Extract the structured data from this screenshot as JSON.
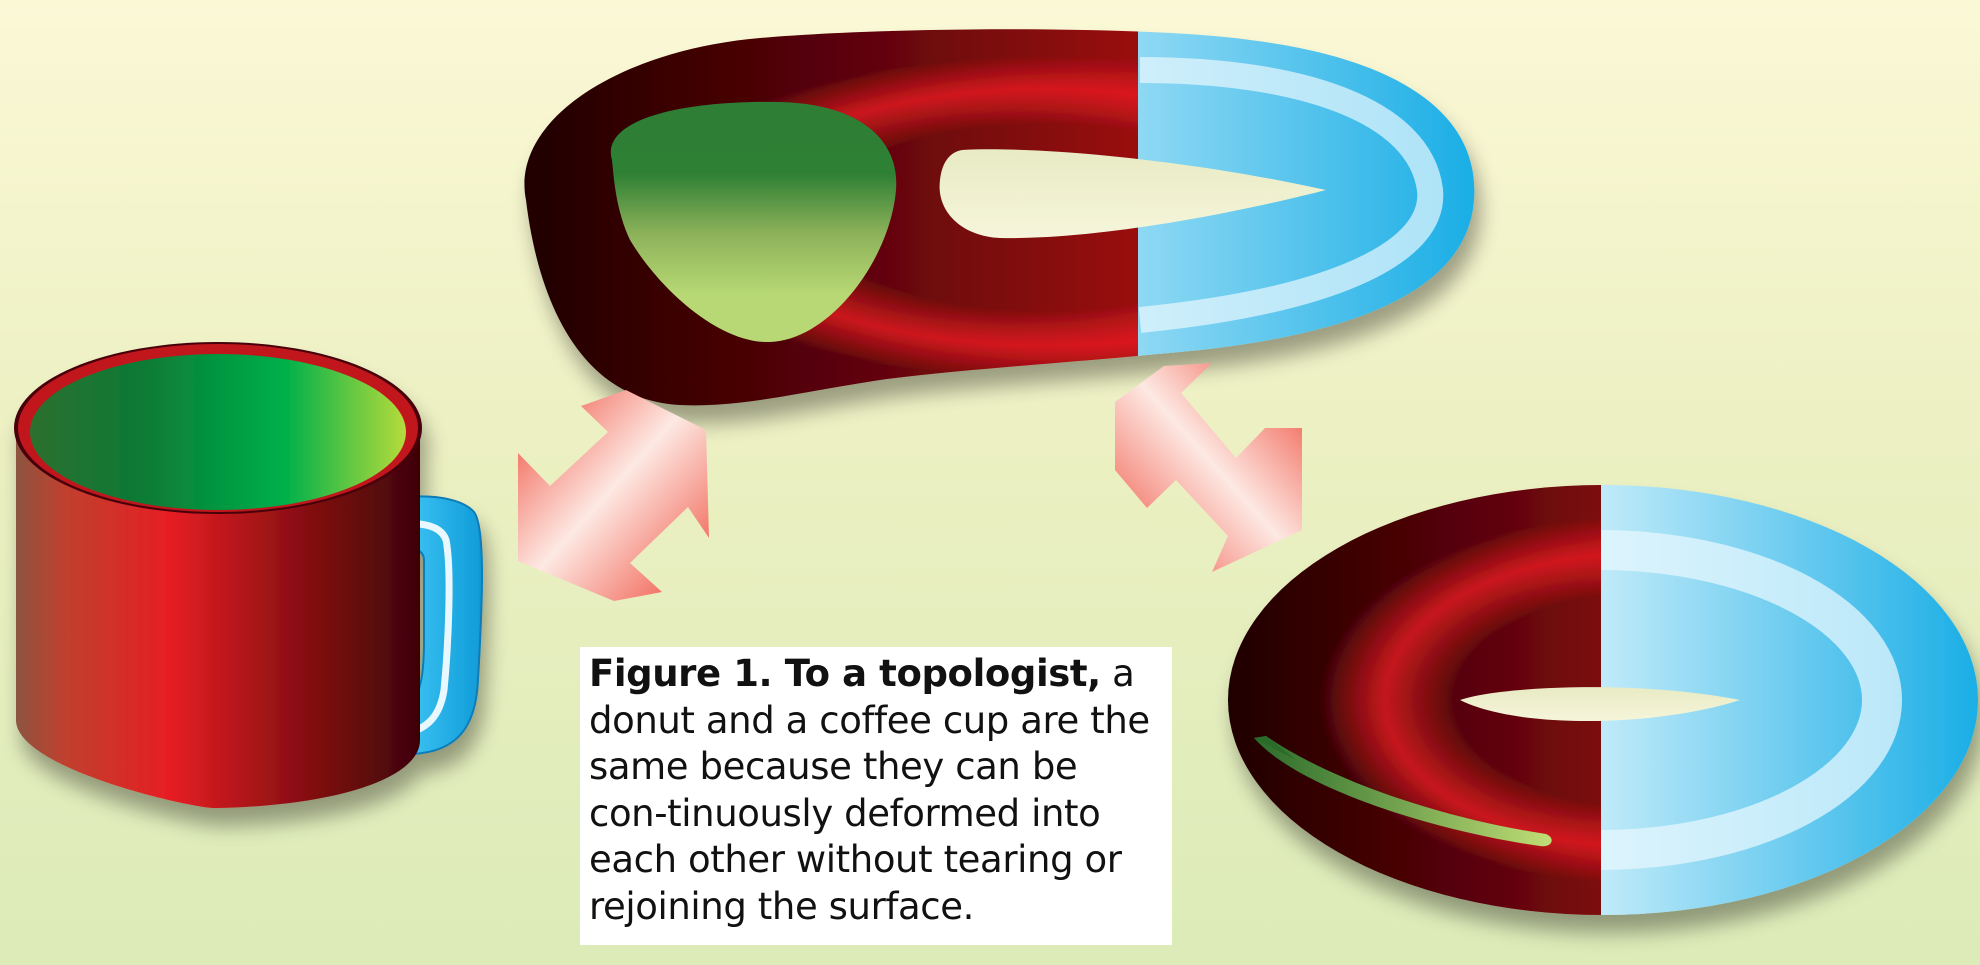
{
  "figure": {
    "caption": {
      "lead": "Figure 1. To a topologist,",
      "text": " a donut and a coffee cup are the same because they can be con-tinuously deformed into each other without tearing or rejoining the surface."
    },
    "objects": [
      {
        "name": "coffee cup",
        "icon": "coffee-cup-icon"
      },
      {
        "name": "intermediate shape",
        "icon": "deformed-shape-icon"
      },
      {
        "name": "donut",
        "icon": "torus-icon"
      }
    ],
    "arrows": [
      {
        "from": "coffee cup",
        "to": "intermediate shape",
        "icon": "double-arrow-icon"
      },
      {
        "from": "intermediate shape",
        "to": "donut",
        "icon": "double-arrow-icon"
      }
    ],
    "colors": {
      "background_top": "#fbf8d6",
      "background_bottom": "#dcebb8",
      "body_red": "#b0141a",
      "dark_red": "#2a0303",
      "handle_blue": "#1aaee6",
      "inner_green": "#2d7e35",
      "light_green": "#b7d874",
      "arrow_red": "#ef4a3a"
    }
  }
}
